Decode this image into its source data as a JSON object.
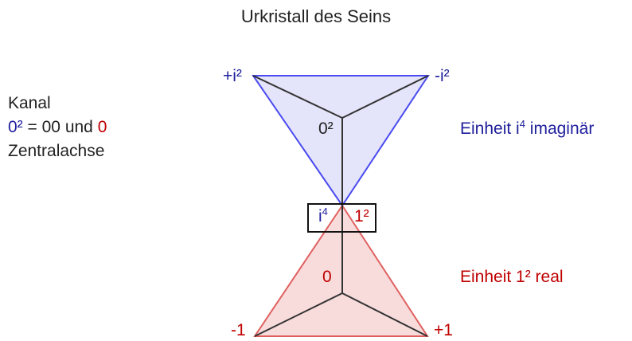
{
  "title": "Urkristall des Seins",
  "legend": {
    "line1": "Kanal",
    "line2_a": "0²",
    "line2_b": " = 00  und ",
    "line2_c": "0",
    "line3": "Zentralachse"
  },
  "upper": {
    "left_vertex": "+i²",
    "right_vertex": "-i²",
    "center": "0²",
    "unit_label_a": "Einheit i",
    "unit_label_sup": "4",
    "unit_label_b": " imaginär"
  },
  "lower": {
    "left_vertex": "-1",
    "right_vertex": "+1",
    "center": "0",
    "unit_label": "Einheit 1² real"
  },
  "junction": {
    "left_base": "i",
    "left_sup": "4",
    "right": "1²"
  },
  "colors": {
    "blue": "#1f1f9c",
    "blue_stroke": "#4a4af0",
    "blue_fill": "#e4e4fa",
    "red": "#c00000",
    "red_stroke": "#e06060",
    "red_fill": "#f8dcdc",
    "axis": "#333333"
  }
}
